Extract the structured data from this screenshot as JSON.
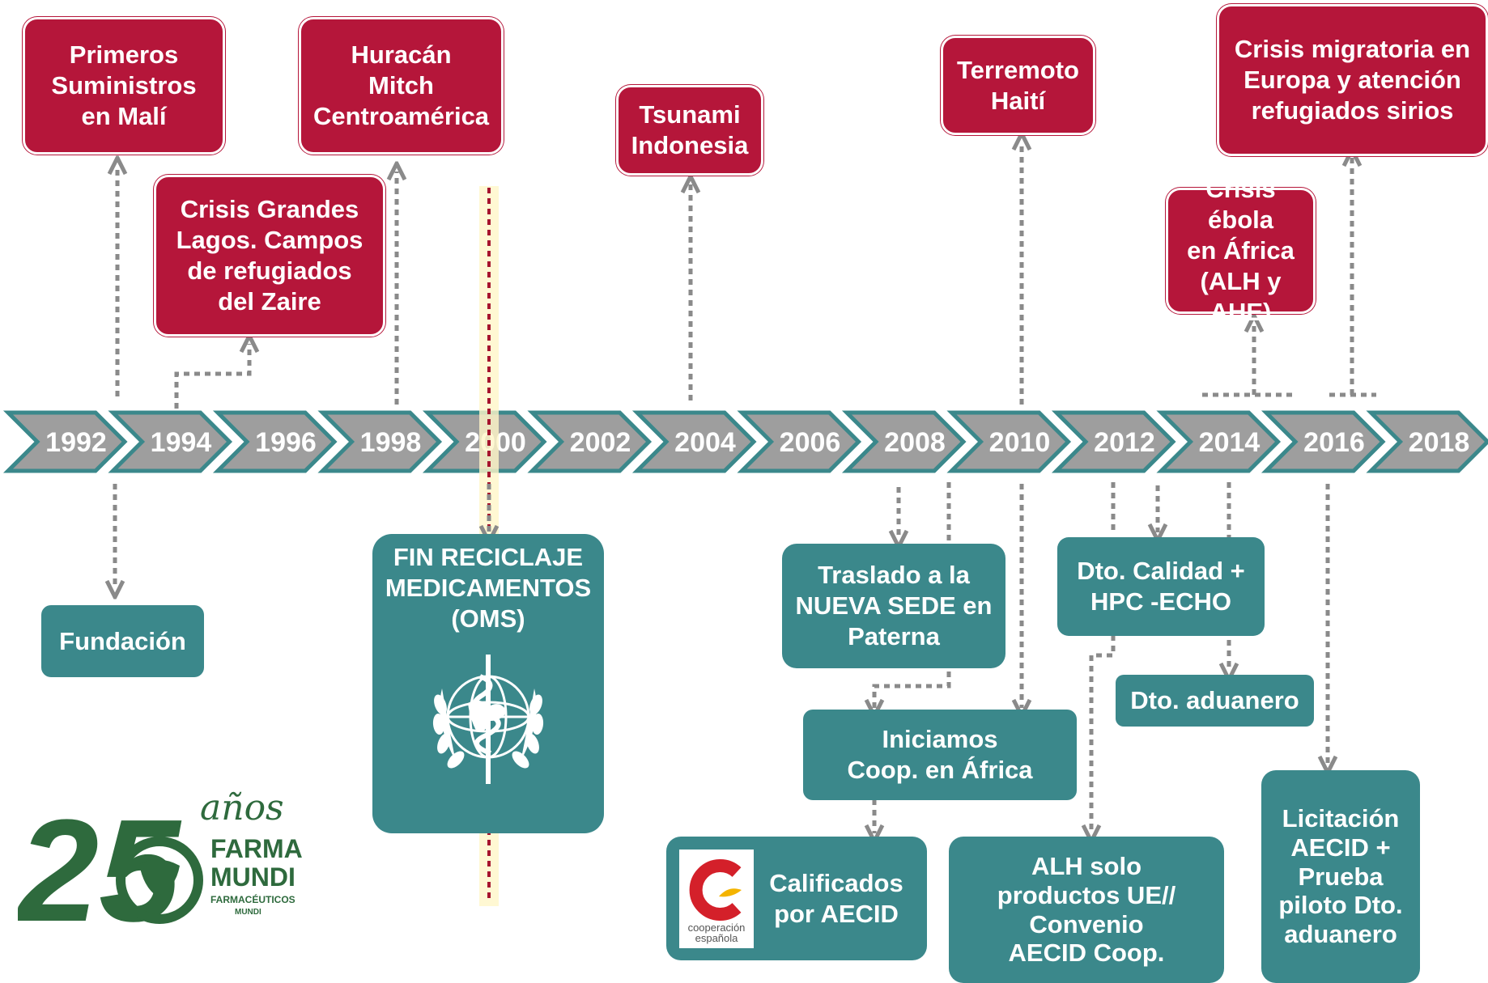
{
  "timeline": {
    "years": [
      "1992",
      "1994",
      "1996",
      "1998",
      "2000",
      "2002",
      "2004",
      "2006",
      "2008",
      "2010",
      "2012",
      "2014",
      "2016",
      "2018"
    ]
  },
  "events_above": [
    {
      "id": "primeros",
      "text": "Primeros\nSuministros\nen Malí"
    },
    {
      "id": "grandes-lagos",
      "text": "Crisis Grandes\nLagos. Campos\nde refugiados\ndel Zaire"
    },
    {
      "id": "mitch",
      "text": "Huracán\nMitch\nCentroamérica"
    },
    {
      "id": "tsunami",
      "text": "Tsunami\nIndonesia"
    },
    {
      "id": "haiti",
      "text": "Terremoto\nHaití"
    },
    {
      "id": "ebola",
      "text": "Crisis ébola\nen África\n(ALH y AHE)"
    },
    {
      "id": "migratoria",
      "text": "Crisis migratoria en\nEuropa y atención\nrefugiados sirios"
    }
  ],
  "milestones_below": [
    {
      "id": "fundacion",
      "text": "Fundación"
    },
    {
      "id": "oms",
      "text": "FIN RECICLAJE\nMEDICAMENTOS\n(OMS)"
    },
    {
      "id": "traslado",
      "text": "Traslado a la\nNUEVA SEDE en\nPaterna"
    },
    {
      "id": "africa",
      "text": "Iniciamos\nCoop. en África"
    },
    {
      "id": "aecid",
      "text": "Calificados\npor AECID"
    },
    {
      "id": "alh",
      "text": "ALH solo\nproductos UE//\nConvenio\nAECID Coop."
    },
    {
      "id": "calidad",
      "text": "Dto. Calidad +\nHPC -ECHO"
    },
    {
      "id": "aduanero",
      "text": "Dto. aduanero"
    },
    {
      "id": "licitacion",
      "text": "Licitación\nAECID +\nPrueba\npiloto Dto.\naduanero"
    }
  ],
  "cooperacion_logo": {
    "line1": "cooperación",
    "line2": "española"
  },
  "anniversary_logo": {
    "number": "25",
    "script": "años",
    "brand1": "FARMA",
    "brand2": "MUNDI",
    "subtitle": "FARMACÉUTICOS",
    "subtitle2": "MUNDI"
  },
  "icons": [
    "who-emblem-icon",
    "cooperacion-espanola-logo-icon",
    "anniversary-logo-icon"
  ],
  "colors": {
    "red": "#b5163a",
    "teal": "#3b888b",
    "chevron": "#9e9e9e",
    "chevron_border": "#3b888b",
    "connector": "#8a8a8a",
    "marker": "#a6152e",
    "logo_green": "#2e6a3d"
  }
}
